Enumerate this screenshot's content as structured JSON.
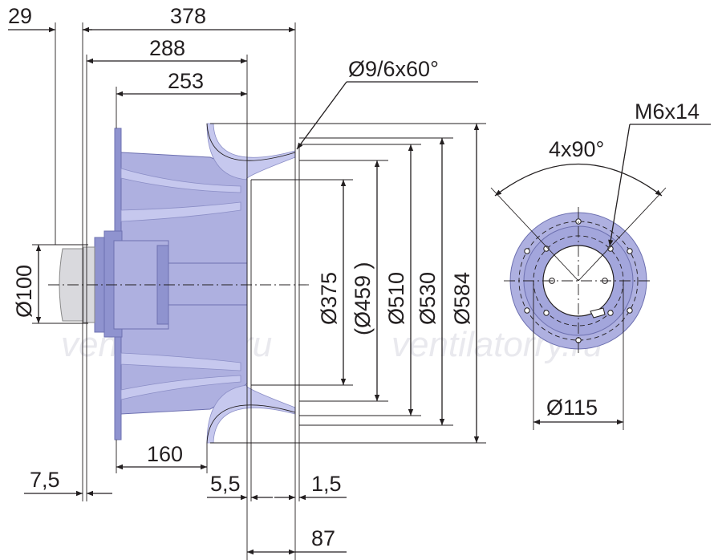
{
  "dimensions": {
    "d29": "29",
    "d378": "378",
    "d288": "288",
    "d253": "253",
    "hole_spec": "Ø9/6x60°",
    "d100": "Ø100",
    "d375": "Ø375",
    "d459": "(Ø459 )",
    "d510": "Ø510",
    "d530": "Ø530",
    "d584": "Ø584",
    "d160": "160",
    "d7_5": "7,5",
    "d5_5": "5,5",
    "d1_5": "1,5",
    "d87": "87",
    "thread_spec": "M6x14",
    "angle_spec": "4x90°",
    "d115": "Ø115"
  },
  "watermark": {
    "left": "ventilatorry.ru",
    "right": "ventilatorry.ru"
  },
  "colors": {
    "impeller_fill": "#aeb0e0",
    "impeller_stroke": "#6d70b0",
    "line": "#231f20"
  }
}
